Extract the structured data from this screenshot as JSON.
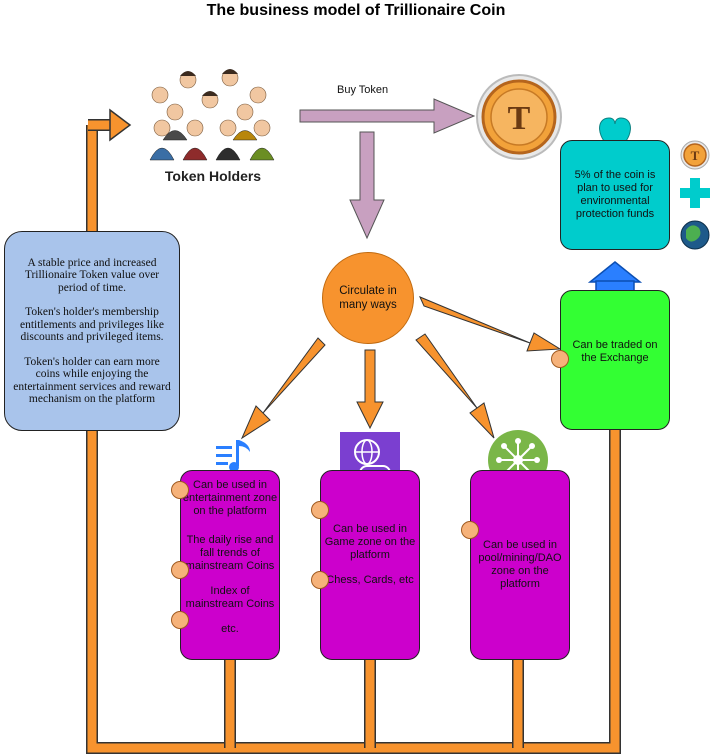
{
  "title": "The business model of Trillionaire Coin",
  "edges": {
    "buy_token": "Buy Token"
  },
  "nodes": {
    "token_holders": {
      "label": "Token Holders"
    },
    "circulate": {
      "label": "Circulate in many ways"
    },
    "benefits": {
      "paragraphs": [
        "A stable price and increased Trillionaire Token value over period of time.",
        "Token's holder's membership entitlements and privileges like discounts and privileged items.",
        "Token's holder can earn more coins while enjoying the entertainment services and reward mechanism on the platform"
      ]
    },
    "environment": {
      "text": "5% of the coin is plan to used for environmental protection funds"
    },
    "exchange": {
      "text": "Can be traded on the Exchange"
    },
    "entertainment": {
      "paragraphs": [
        "Can be used in entertainment zone on the platform",
        "The daily rise and fall trends of mainstream Coins",
        "Index of mainstream Coins",
        "etc."
      ]
    },
    "game": {
      "paragraphs": [
        "Can be used in Game  zone on the platform",
        "Chess, Cards, etc"
      ]
    },
    "pool": {
      "paragraphs": [
        "Can be used in pool/mining/DAO zone on the platform"
      ]
    }
  },
  "coin_letter": "T",
  "icons": [
    "people-group-icon",
    "token-coin-icon",
    "heart-icon",
    "plus-icon",
    "globe-icon",
    "house-icon",
    "music-list-icon",
    "gamepad-globe-icon",
    "network-hub-icon"
  ],
  "colors": {
    "orange": "#f7932e",
    "mauve": "#c8a0c0",
    "green": "#33ff33",
    "teal": "#00cccc",
    "purple": "#cc00cc",
    "blue_note": "#a9c4eb"
  }
}
